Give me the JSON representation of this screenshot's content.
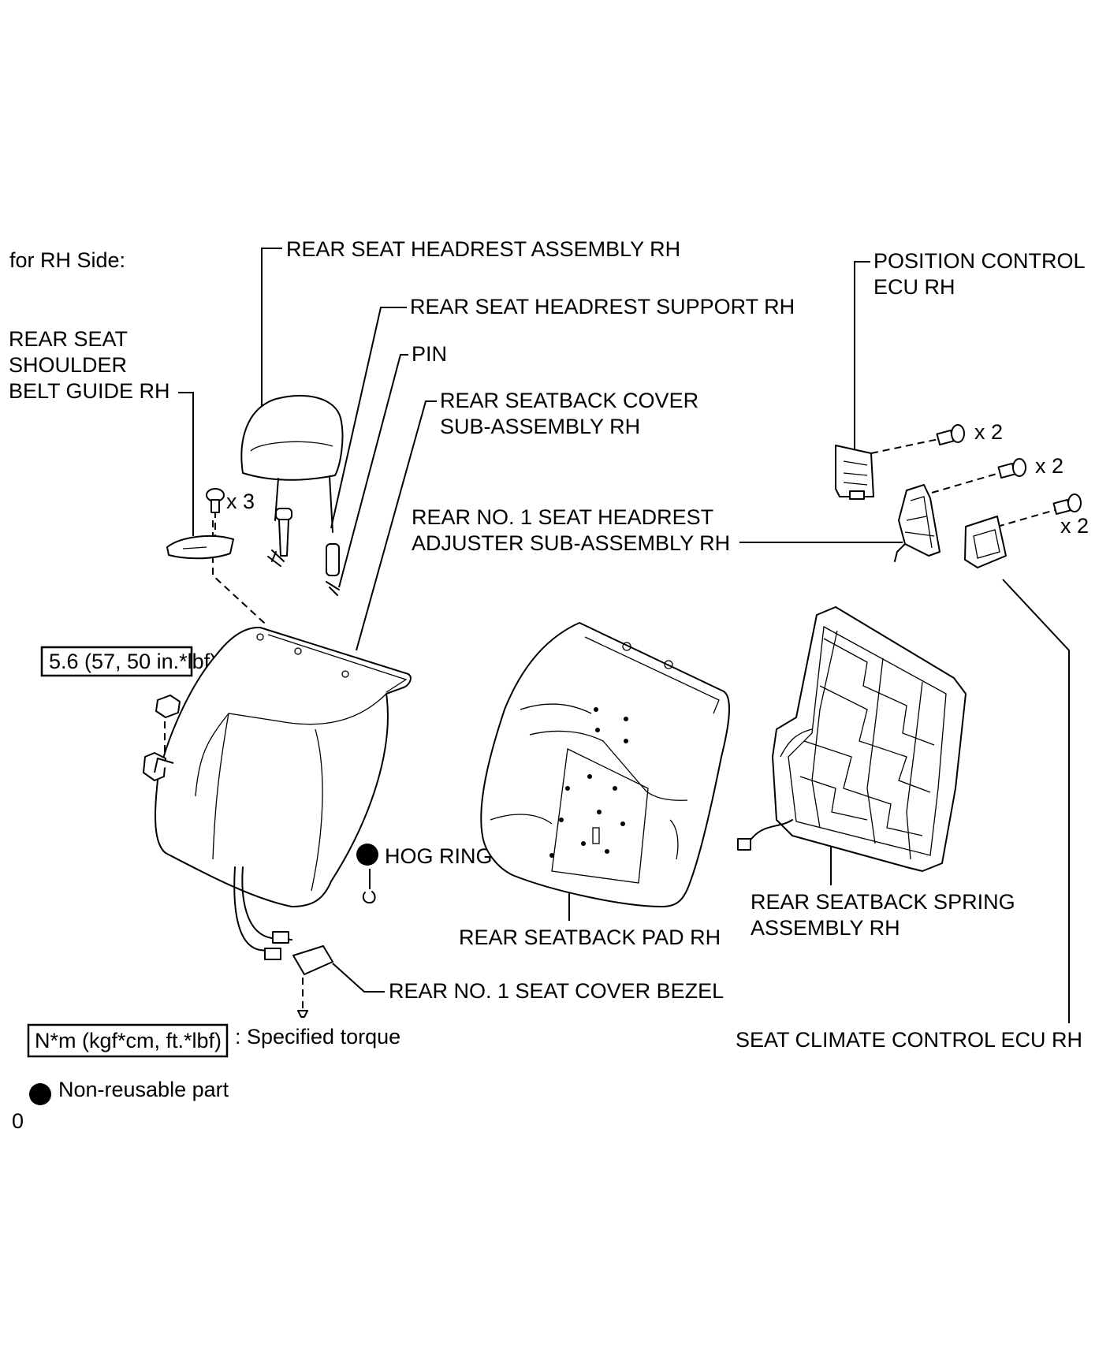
{
  "header": {
    "side_label": "for RH Side:"
  },
  "labels": {
    "headrest_assembly": "REAR SEAT HEADREST ASSEMBLY RH",
    "headrest_support": "REAR SEAT HEADREST SUPPORT RH",
    "pin": "PIN",
    "seatback_cover_1": "REAR SEATBACK COVER",
    "seatback_cover_2": "SUB-ASSEMBLY RH",
    "belt_guide_1": "REAR SEAT",
    "belt_guide_2": "SHOULDER",
    "belt_guide_3": "BELT GUIDE RH",
    "position_ecu_1": "POSITION CONTROL",
    "position_ecu_2": "ECU RH",
    "headrest_adjuster_1": "REAR NO. 1 SEAT HEADREST",
    "headrest_adjuster_2": "ADJUSTER SUB-ASSEMBLY RH",
    "hog_ring": "HOG RING",
    "seatback_pad": "REAR SEATBACK PAD RH",
    "spring_assembly_1": "REAR SEATBACK SPRING",
    "spring_assembly_2": "ASSEMBLY RH",
    "cover_bezel": "REAR NO. 1 SEAT COVER BEZEL",
    "climate_ecu": "SEAT CLIMATE CONTROL ECU RH"
  },
  "quantities": {
    "belt_guide_screws": "x 3",
    "ecu_bolts_1": "x 2",
    "ecu_bolts_2": "x 2",
    "ecu_bolts_3": "x 2"
  },
  "torque_spec": {
    "value": "5.6 (57, 50 in.*lbf)"
  },
  "legend": {
    "torque_box": "N*m (kgf*cm, ft.*lbf)",
    "torque_text": ": Specified torque",
    "nonreusable_text": "Non-reusable part"
  },
  "footer": {
    "figure_code": "0"
  }
}
